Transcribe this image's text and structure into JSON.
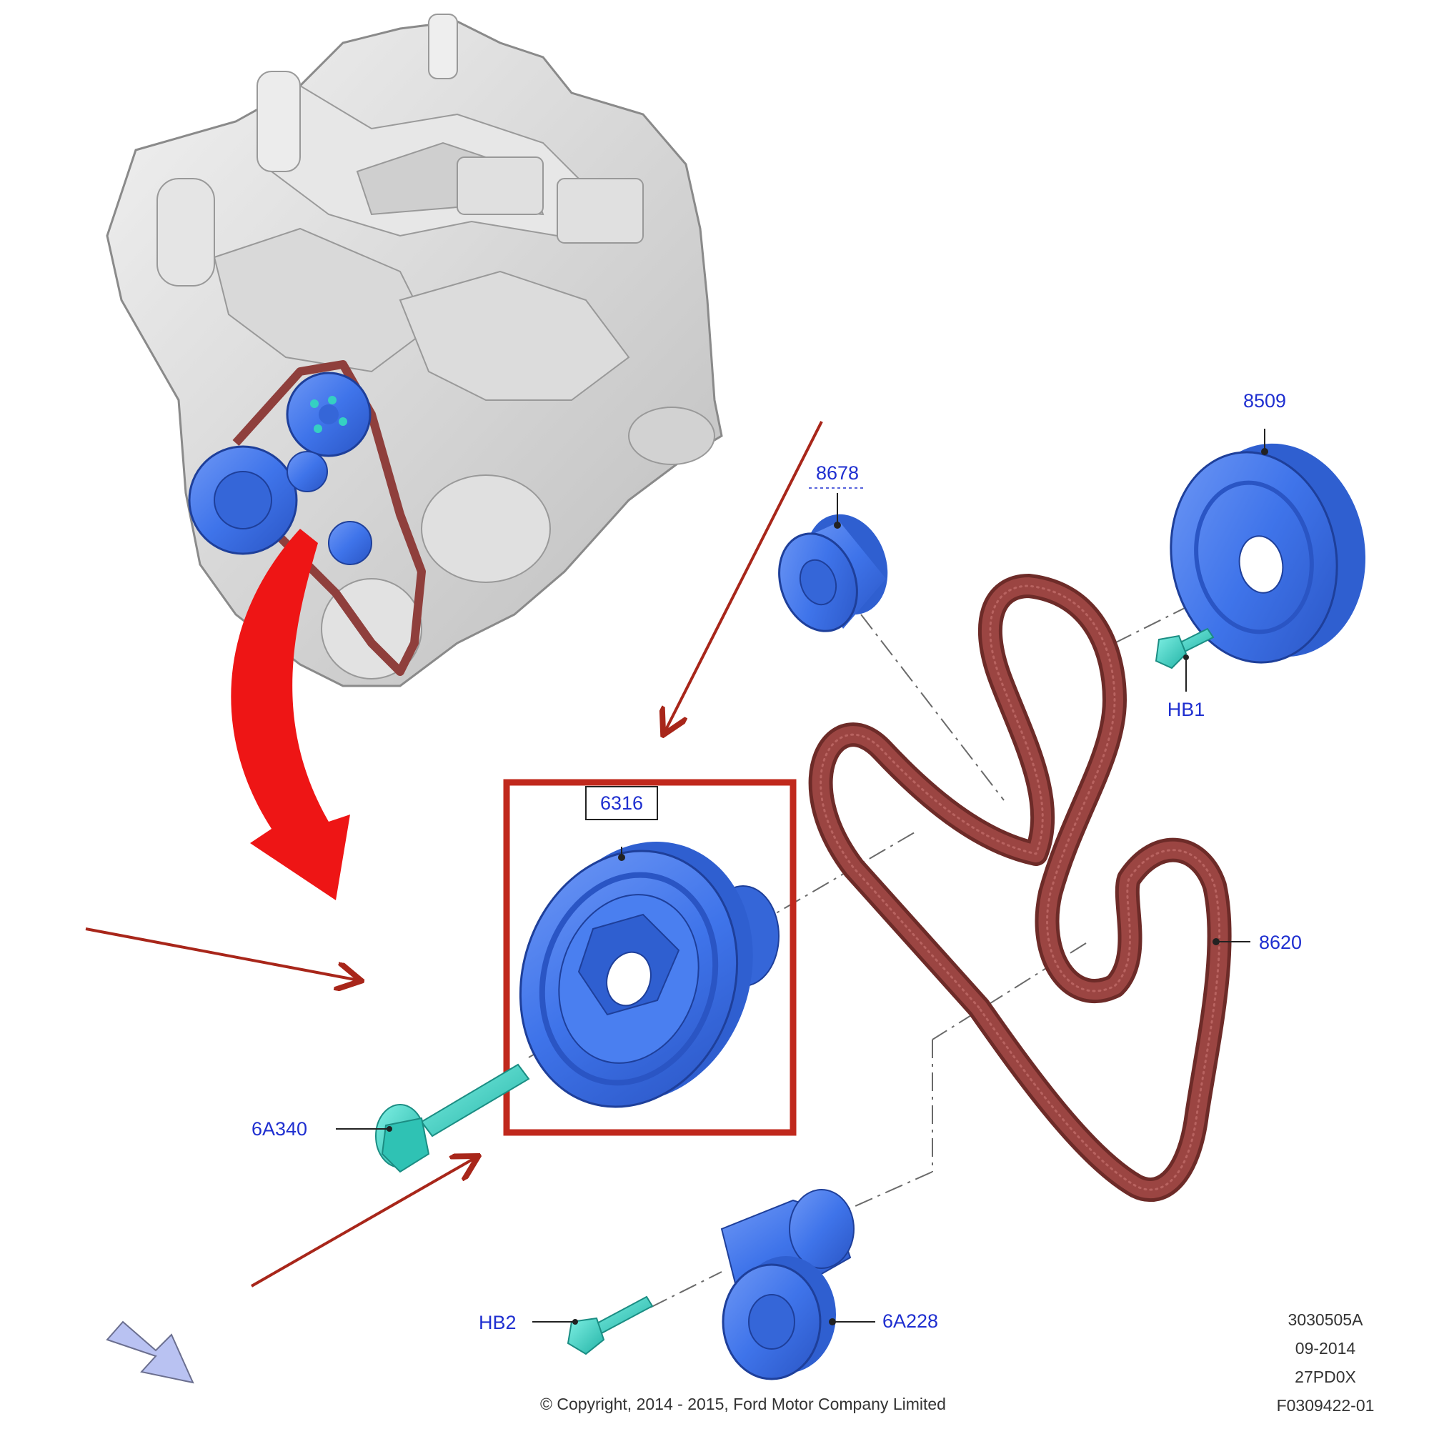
{
  "colors": {
    "part_blue": "#3f74ea",
    "belt_red": "#8f3f3c",
    "fastener_cyan": "#35d0c2",
    "label_blue": "#1f2fd0",
    "highlight_red": "#c0281c",
    "callout_arrow_red": "#a8261a",
    "big_arrow_red": "#ee1515",
    "engine_gray": "#d4d4d4"
  },
  "parts": {
    "crank_pulley": "6316",
    "idler_pulley": "8678",
    "water_pump_pulley": "8509",
    "belt": "8620",
    "crank_bolt": "6A340",
    "tensioner": "6A228",
    "bolt_hb1": "HB1",
    "bolt_hb2": "HB2"
  },
  "info_block": {
    "line1": "3030505A",
    "line2": "09-2014",
    "line3": "27PD0X",
    "line4": "F0309422-01"
  },
  "copyright": "© Copyright, 2014 - 2015, Ford Motor Company Limited",
  "icons": {
    "navigation_arrow": "arrow-down-right-icon"
  }
}
